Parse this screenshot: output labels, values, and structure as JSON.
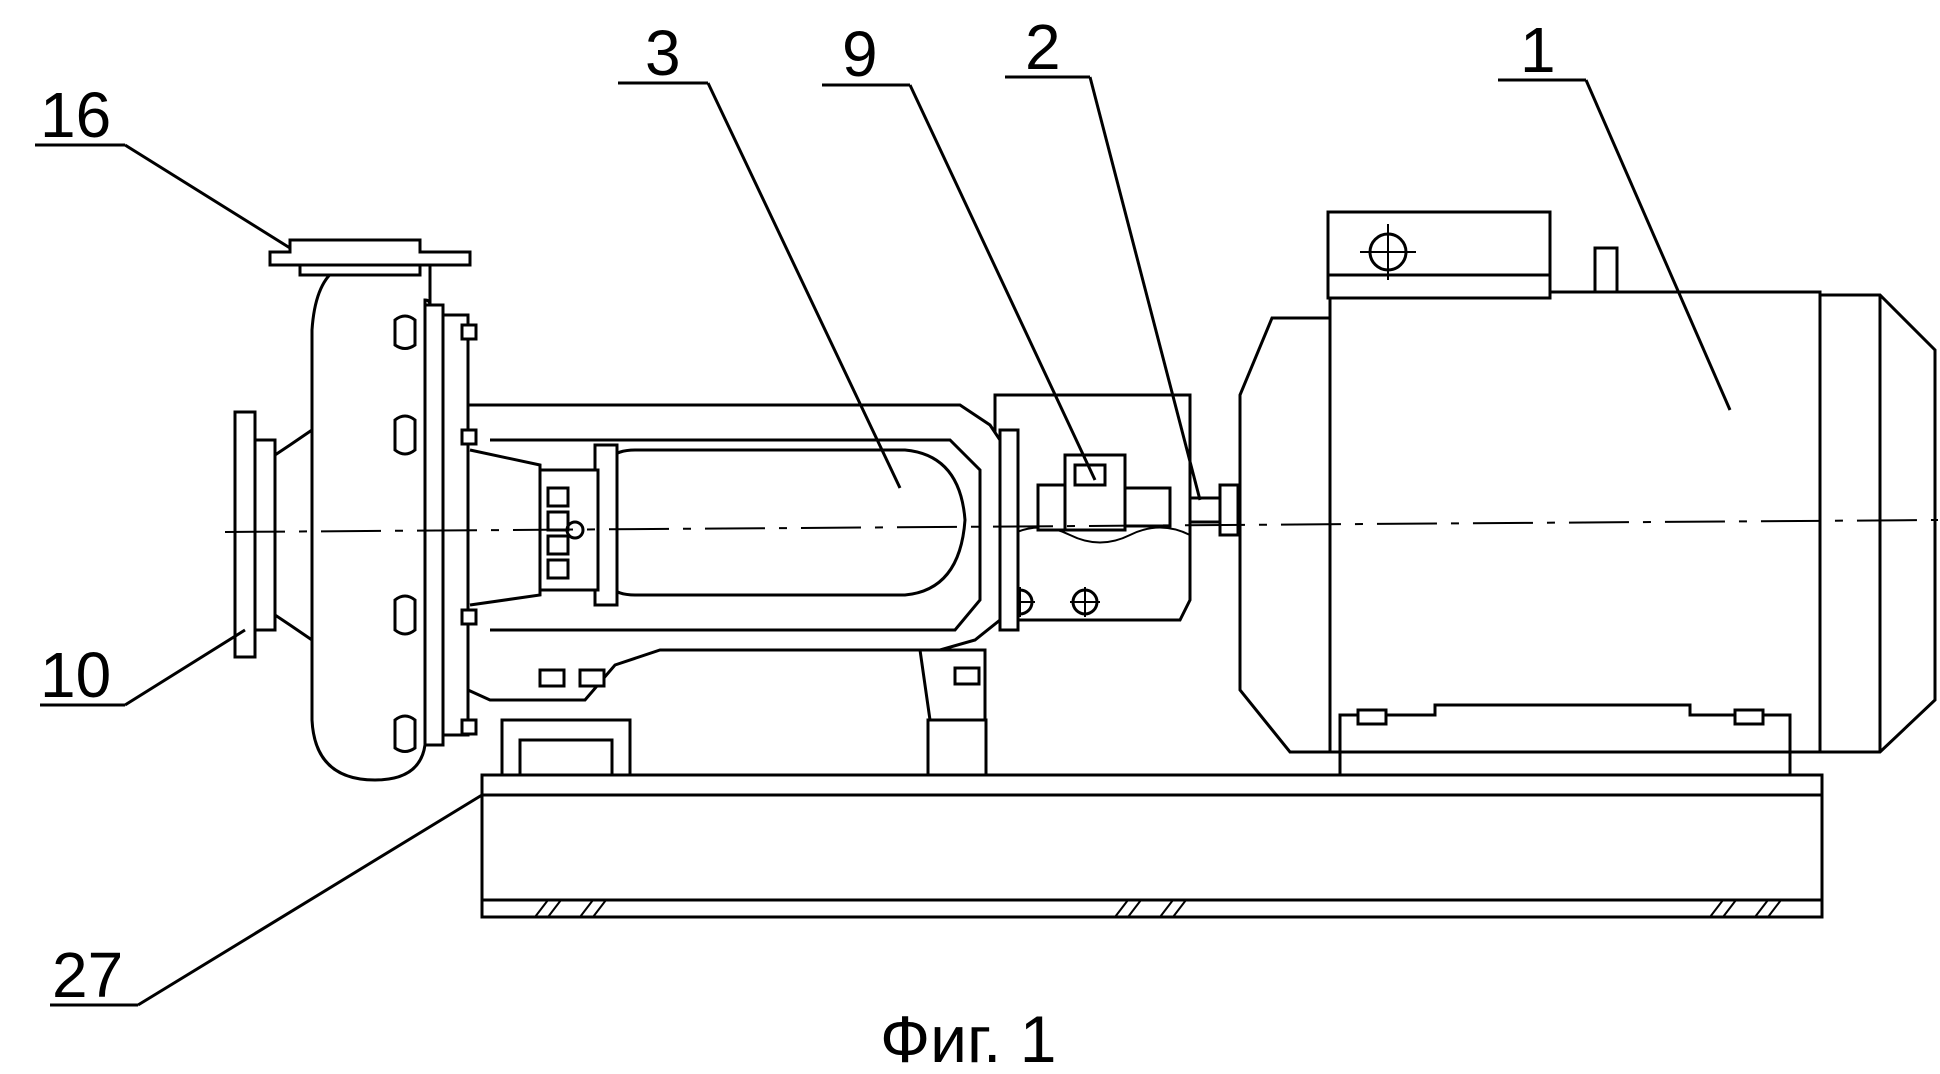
{
  "figure": {
    "caption": "Фиг. 1",
    "callouts": [
      {
        "id": "16",
        "label": "16"
      },
      {
        "id": "10",
        "label": "10"
      },
      {
        "id": "27",
        "label": "27"
      },
      {
        "id": "3",
        "label": "3"
      },
      {
        "id": "9",
        "label": "9"
      },
      {
        "id": "2",
        "label": "2"
      },
      {
        "id": "1",
        "label": "1"
      }
    ]
  }
}
